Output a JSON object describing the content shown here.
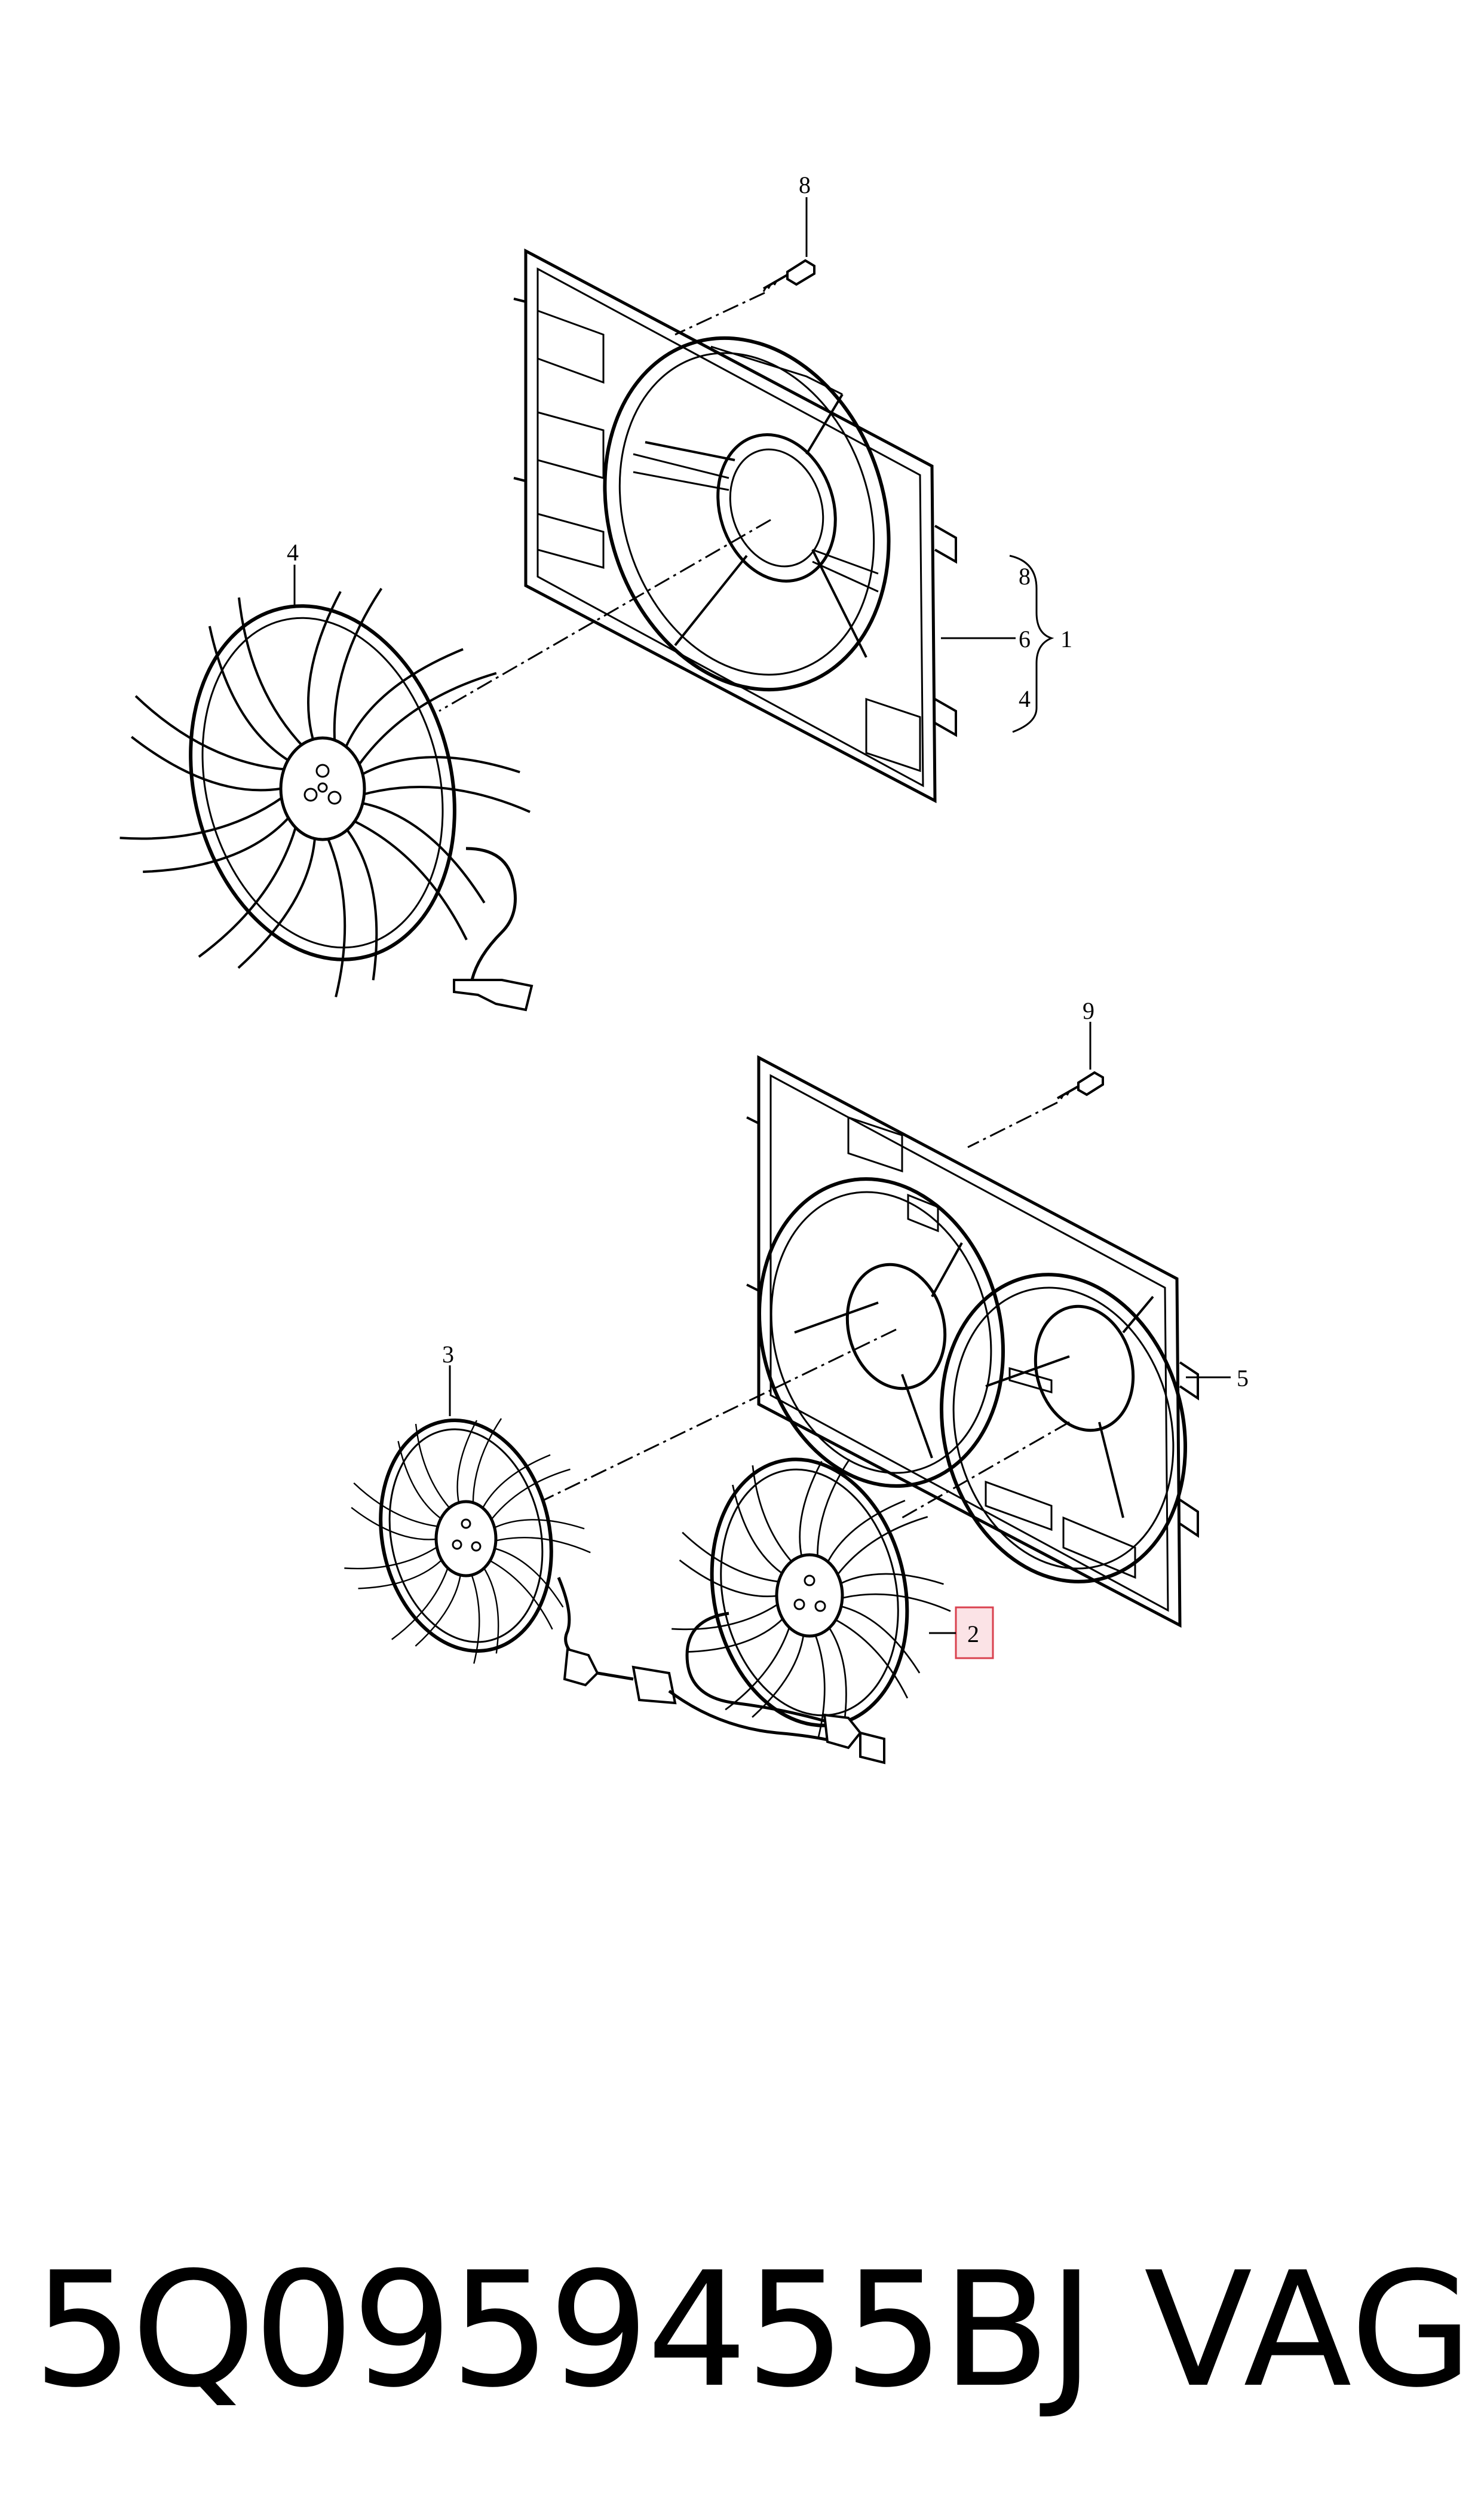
{
  "diagram": {
    "callouts": {
      "c8_top": "8",
      "c9": "9",
      "c4_fan": "4",
      "c3": "3",
      "c5": "5",
      "c2": "2",
      "b8": "8",
      "b6": "6",
      "b4": "4",
      "b1": "1"
    },
    "highlight_color": "#d9414f",
    "highlight_fill": "#fbe3e6"
  },
  "footer": {
    "part_number": "5Q0959455BJ",
    "brand": "VAG"
  }
}
